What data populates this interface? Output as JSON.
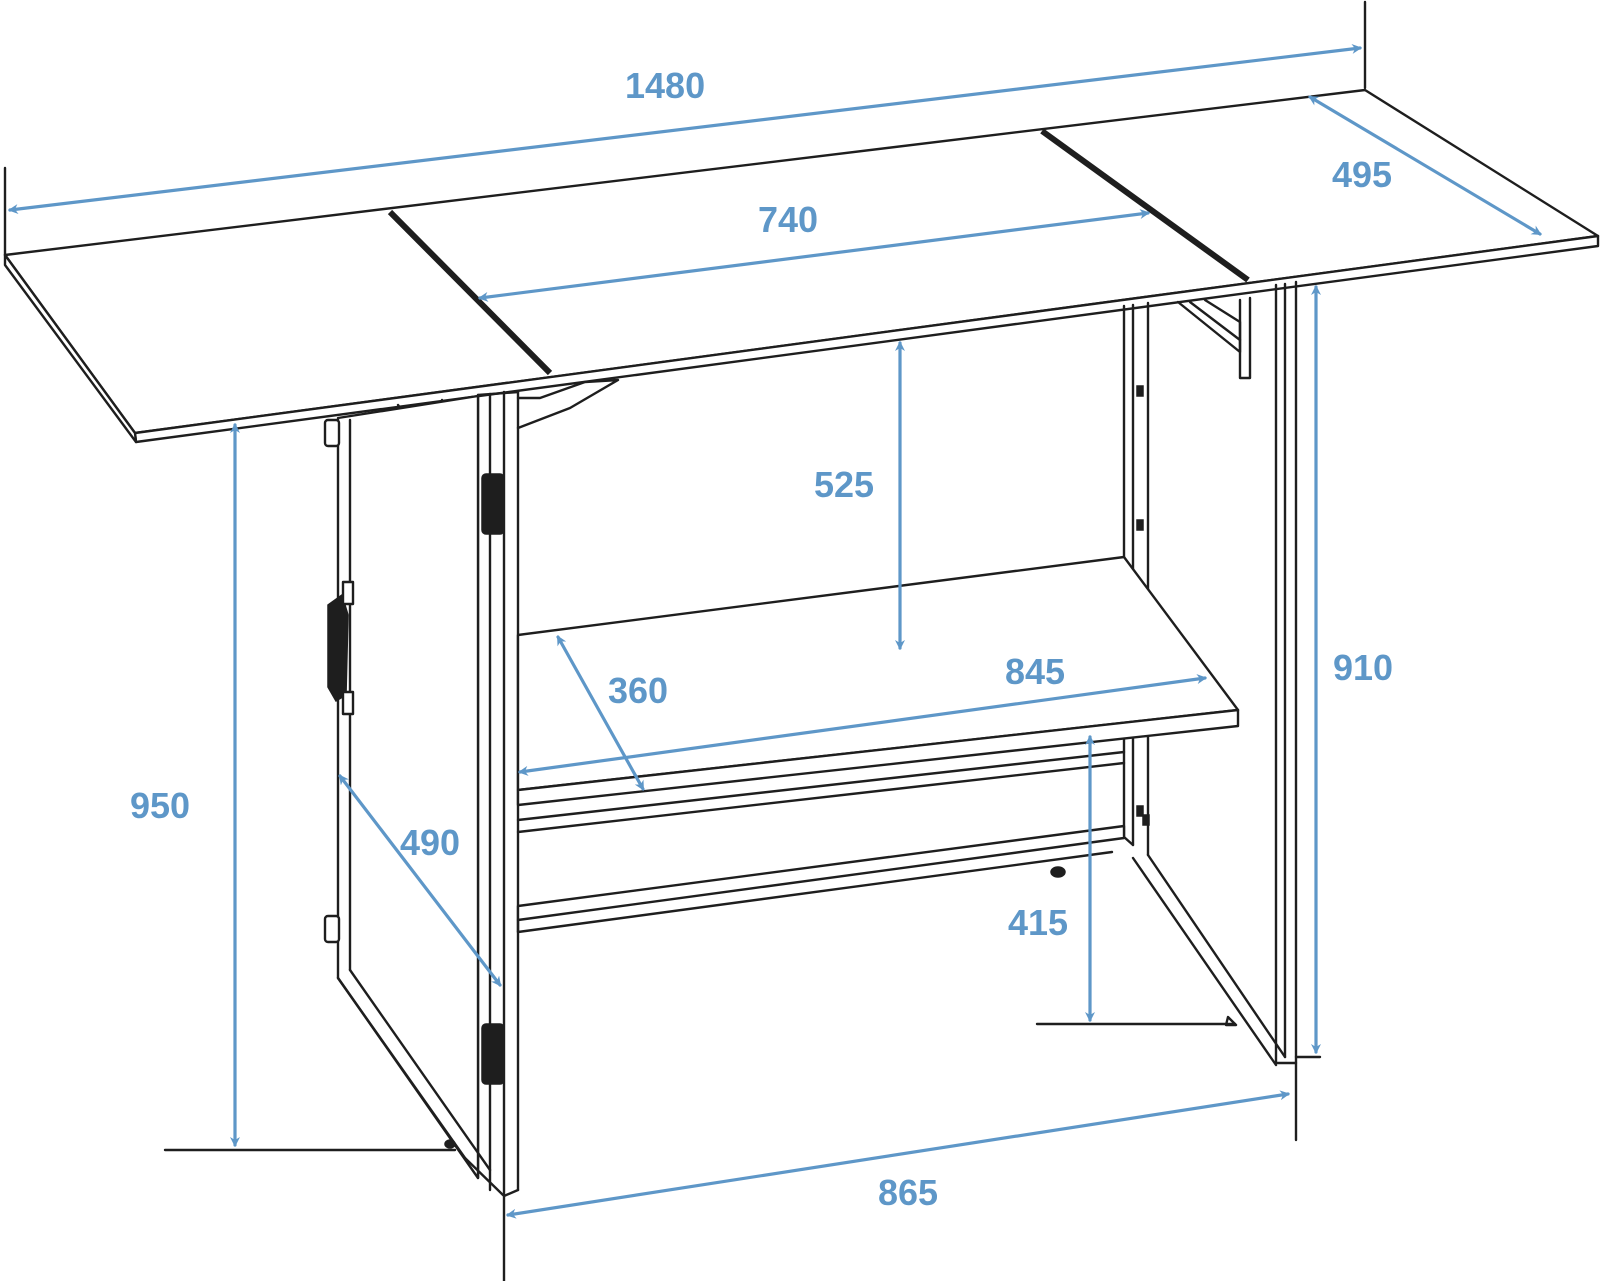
{
  "diagram": {
    "line_color": "#1e1e1e",
    "dimension_color": "#5e97c8",
    "dimensions": {
      "overall_width": "1480",
      "center_top_width": "740",
      "top_depth": "495",
      "shelf_clearance": "525",
      "shelf_depth": "360",
      "shelf_width": "845",
      "top_height_front": "950",
      "door_width": "490",
      "bottom_shelf_height": "415",
      "top_height_rear": "910",
      "base_width": "865"
    }
  }
}
